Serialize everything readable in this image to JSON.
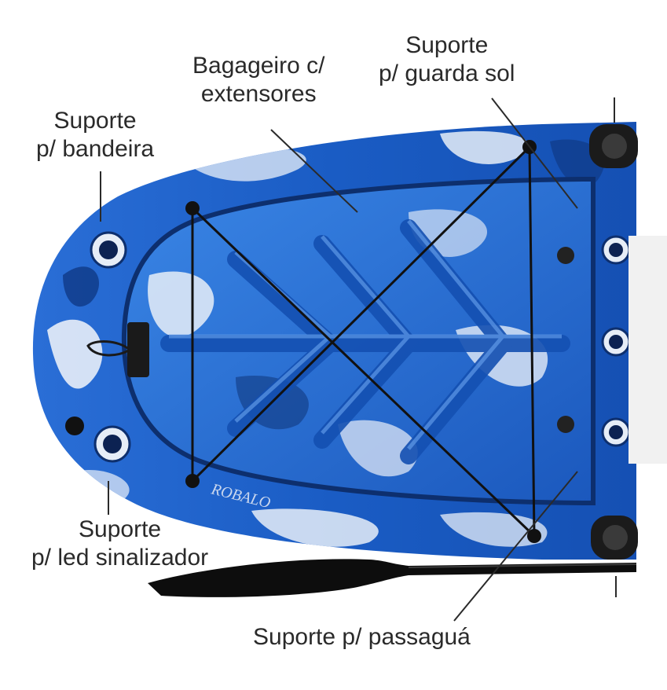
{
  "labels": {
    "bagageiro": [
      "Bagageiro c/",
      "extensores"
    ],
    "guarda_sol": [
      "Suporte",
      "p/ guarda sol"
    ],
    "bandeira": [
      "Suporte",
      "p/ bandeira"
    ],
    "led": [
      "Suporte",
      "p/ led sinalizador"
    ],
    "passagua": "Suporte p/ passaguá"
  },
  "brand_text": "ROBALO",
  "colors": {
    "hull_blue": "#1f5fc8",
    "hull_dark": "#0f3a86",
    "marble_white": "#e8eef8",
    "leader_line": "#2a2a2a",
    "paddle": "#0d0d0d"
  }
}
